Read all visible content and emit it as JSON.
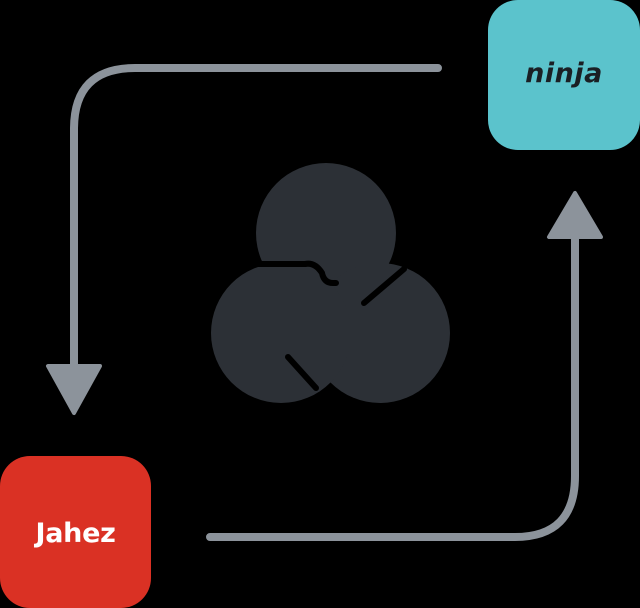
{
  "apps": {
    "ninja": {
      "logo_text": "ninja",
      "tile_color": "#5BC3CC",
      "text_color": "#1A1F24"
    },
    "jahez": {
      "logo_text": "Jahez",
      "tile_color": "#DA3124",
      "text_color": "#FFFFFF"
    }
  },
  "center_logo": {
    "icon": "trefoil-logo-icon",
    "color": "#2C3036"
  },
  "arrows": {
    "color": "#8C939B",
    "flows": [
      {
        "from": "ninja",
        "to": "jahez"
      },
      {
        "from": "jahez",
        "to": "ninja"
      }
    ]
  },
  "colors": {
    "background": "#000000"
  }
}
